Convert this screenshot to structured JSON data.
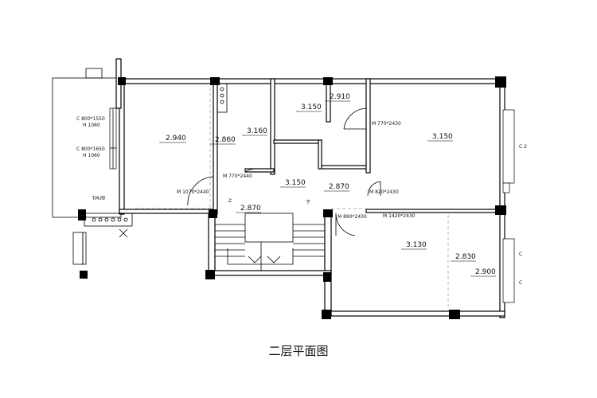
{
  "title": "二层平面图",
  "heights": {
    "h_2940": "2.940",
    "h_2860": "2.860",
    "h_3160": "3.160",
    "h_3150_a": "3.150",
    "h_2910": "2.910",
    "h_3150_b": "3.150",
    "h_3150_c": "3.150",
    "h_2870_a": "2.870",
    "h_2870_b": "2.870",
    "h_3130": "3.130",
    "h_2830": "2.830",
    "h_2900": "2.900"
  },
  "specs": {
    "win1": "C 800*1550",
    "win1_h": "H 1060",
    "win2": "C 800*1650",
    "win2_h": "H 1060",
    "door_m770_2430": "M 770*2430",
    "door_m770_2440": "M 770*2440",
    "door_m1070_2440": "M 1070*2440",
    "door_m820_2430": "M 820*2430",
    "door_m890_2430": "M 890*2430",
    "door_m1420_2430": "M 1420*2430"
  },
  "edge_marks": {
    "c1": "C 2",
    "c2": "C",
    "c3": "C"
  },
  "stair": {
    "up": "上",
    "down": "下"
  },
  "side_label": "BFM1"
}
